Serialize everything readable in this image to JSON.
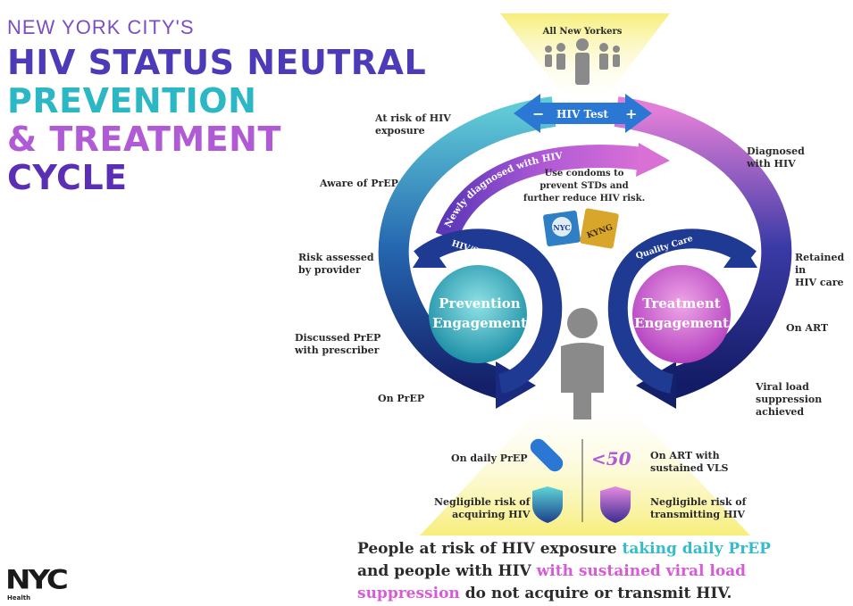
{
  "title": {
    "small": "NEW YORK CITY'S",
    "line1": "HIV STATUS NEUTRAL",
    "line2": "PREVENTION",
    "line3": "& TREATMENT",
    "line4": "CYCLE"
  },
  "top": {
    "population": "All New Yorkers",
    "hiv_test": "HIV Test",
    "minus": "−",
    "plus": "+"
  },
  "arcs": {
    "newly_diagnosed": "Newly diagnosed with HIV",
    "hiv_sti_testing": "HIV/STI Testing",
    "quality_care": "Quality Care"
  },
  "circles": {
    "prevention": [
      "Prevention",
      "Engagement"
    ],
    "treatment": [
      "Treatment",
      "Engagement"
    ]
  },
  "condoms_note": [
    "Use condoms to",
    "prevent STDs and",
    "further reduce HIV risk."
  ],
  "condom_labels": [
    "NYC",
    "KYNG"
  ],
  "left_steps": [
    [
      "At risk of HIV",
      "exposure"
    ],
    [
      "Aware of PrEP"
    ],
    [
      "Risk assessed",
      "by provider"
    ],
    [
      "Discussed PrEP",
      "with prescriber"
    ],
    [
      "On PrEP"
    ]
  ],
  "right_steps": [
    [
      "Diagnosed",
      "with HIV"
    ],
    [
      "Retained in",
      "HIV care"
    ],
    [
      "On ART"
    ],
    [
      "Viral load",
      "suppression",
      "achieved"
    ]
  ],
  "outcomes": {
    "daily_prep": "On daily PrEP",
    "vls_value": "<50",
    "art_vls": [
      "On ART with",
      "sustained VLS"
    ],
    "negligible_acquire": [
      "Negligible risk of",
      "acquiring HIV"
    ],
    "negligible_transmit": [
      "Negligible risk of",
      "transmitting HIV"
    ]
  },
  "bottom": {
    "p1": "People at risk of HIV exposure ",
    "p2": "taking daily PrEP",
    "p3": "and people with HIV ",
    "p4": "with sustained viral load",
    "p5": "suppression",
    "p6": " do not acquire or transmit HIV."
  },
  "logo": {
    "name": "NYC",
    "sub": "Health"
  },
  "colors": {
    "teal": "#33bcc9",
    "pink": "#d65bd6",
    "navy": "#1f2a7a",
    "blue": "#2a78d4",
    "yellow_glow": "#fbf5a8"
  }
}
